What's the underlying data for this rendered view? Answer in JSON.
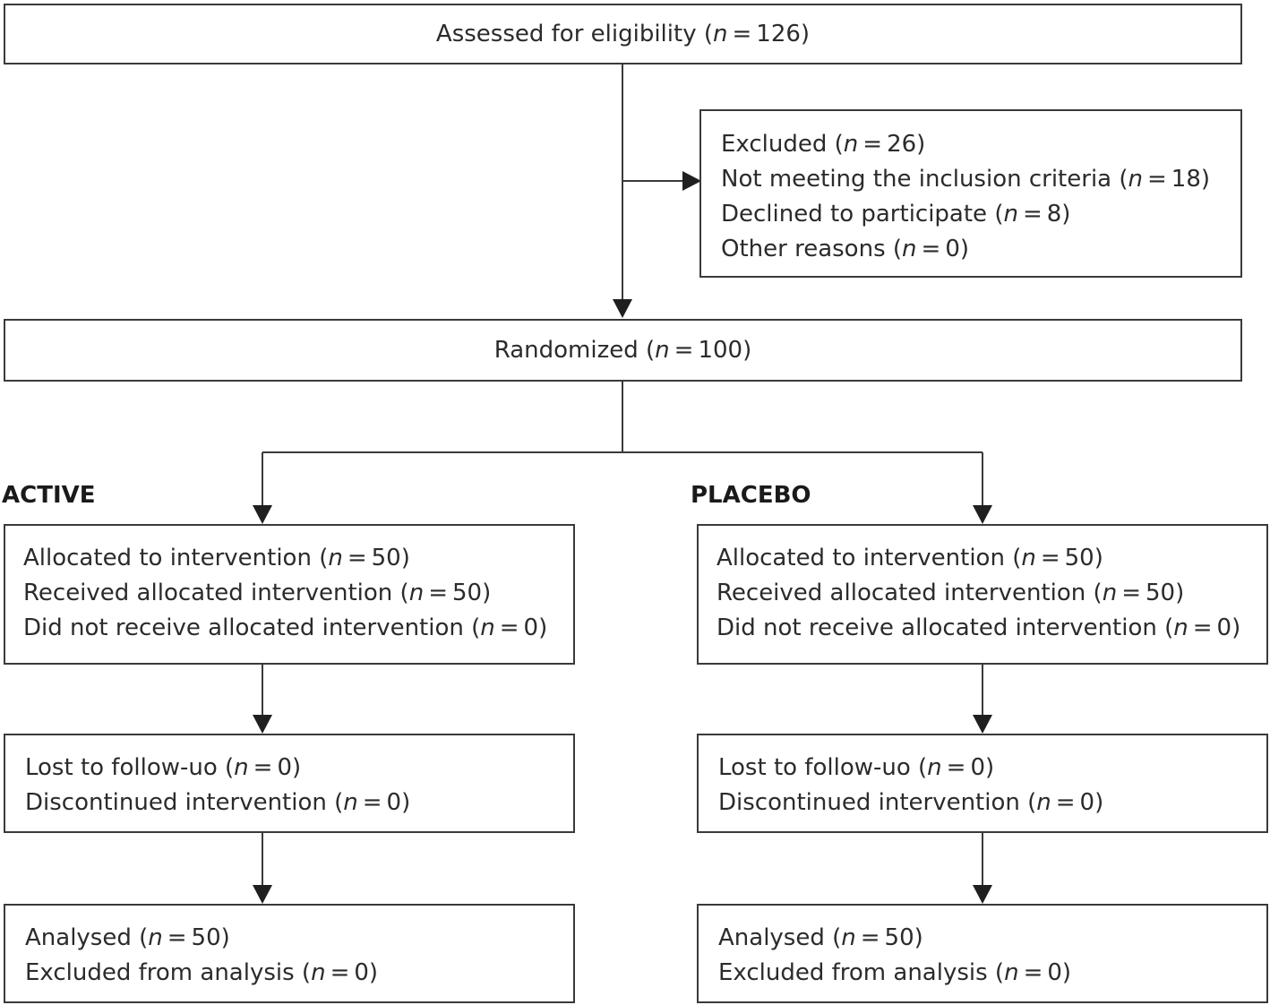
{
  "assessed": {
    "pre": "Assessed for eligibility (",
    "n": "n",
    "eq": "=",
    "val": "126",
    "post": ")"
  },
  "excluded": [
    {
      "pre": "Excluded  (",
      "n": "n",
      "eq": "=",
      "val": "26",
      "post": ")"
    },
    {
      "pre": "Not meeting the inclusion criteria (",
      "n": "n",
      "eq": "=",
      "val": "18",
      "post": ")"
    },
    {
      "pre": "Declined to participate (",
      "n": "n",
      "eq": "=",
      "val": "8",
      "post": ")"
    },
    {
      "pre": "Other reasons (",
      "n": "n",
      "eq": "=",
      "val": "0",
      "post": ")"
    }
  ],
  "randomized": {
    "pre": "Randomized (",
    "n": "n",
    "eq": "=",
    "val": "100",
    "post": ")"
  },
  "arms": [
    {
      "label": "ACTIVE",
      "allocation": [
        {
          "pre": "Allocated to intervention (",
          "n": "n",
          "eq": "=",
          "val": "50",
          "post": ")"
        },
        {
          "pre": "Received allocated intervention (",
          "n": "n",
          "eq": "=",
          "val": "50",
          "post": ")"
        },
        {
          "pre": "Did not receive allocated intervention (",
          "n": "n",
          "eq": "=",
          "val": "0",
          "post": ")"
        }
      ],
      "followup": [
        {
          "pre": "Lost to follow-uo (",
          "n": "n",
          "eq": "=",
          "val": "0",
          "post": ")"
        },
        {
          "pre": "Discontinued intervention (",
          "n": "n",
          "eq": "=",
          "val": "0",
          "post": ")"
        }
      ],
      "analysis": [
        {
          "pre": "Analysed (",
          "n": "n",
          "eq": "=",
          "val": "50",
          "post": ")"
        },
        {
          "pre": "Excluded from analysis (",
          "n": "n",
          "eq": "=",
          "val": "0",
          "post": ")"
        }
      ]
    },
    {
      "label": "PLACEBO",
      "allocation": [
        {
          "pre": "Allocated to intervention (",
          "n": "n",
          "eq": "=",
          "val": "50",
          "post": ")"
        },
        {
          "pre": "Received allocated intervention (",
          "n": "n",
          "eq": "=",
          "val": "50",
          "post": ")"
        },
        {
          "pre": "Did not receive allocated intervention (",
          "n": "n",
          "eq": "=",
          "val": "0",
          "post": ")"
        }
      ],
      "followup": [
        {
          "pre": "Lost to follow-uo (",
          "n": "n",
          "eq": "=",
          "val": "0",
          "post": ")"
        },
        {
          "pre": "Discontinued intervention (",
          "n": "n",
          "eq": "=",
          "val": "0",
          "post": ")"
        }
      ],
      "analysis": [
        {
          "pre": "Analysed (",
          "n": "n",
          "eq": "=",
          "val": "50",
          "post": ")"
        },
        {
          "pre": "Excluded from analysis (",
          "n": "n",
          "eq": "=",
          "val": "0",
          "post": ")"
        }
      ]
    }
  ]
}
